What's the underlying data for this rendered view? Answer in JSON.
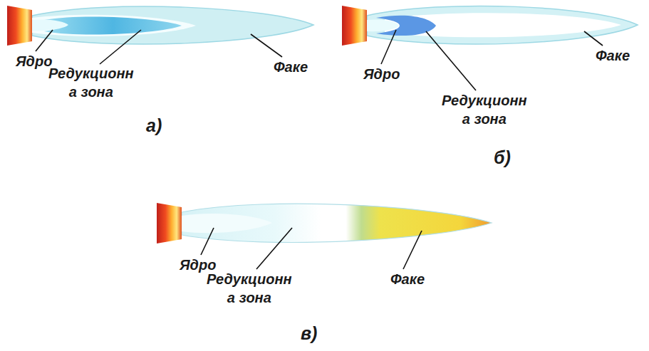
{
  "diagram": {
    "labels": [
      "Ядро",
      "Редукционн а зона",
      "Факе",
      "а)",
      "Ядро",
      "Редукционн а зона",
      "Факе",
      "б)",
      "Ядро",
      "Редукционн а зона",
      "Факе",
      "в)"
    ]
  }
}
